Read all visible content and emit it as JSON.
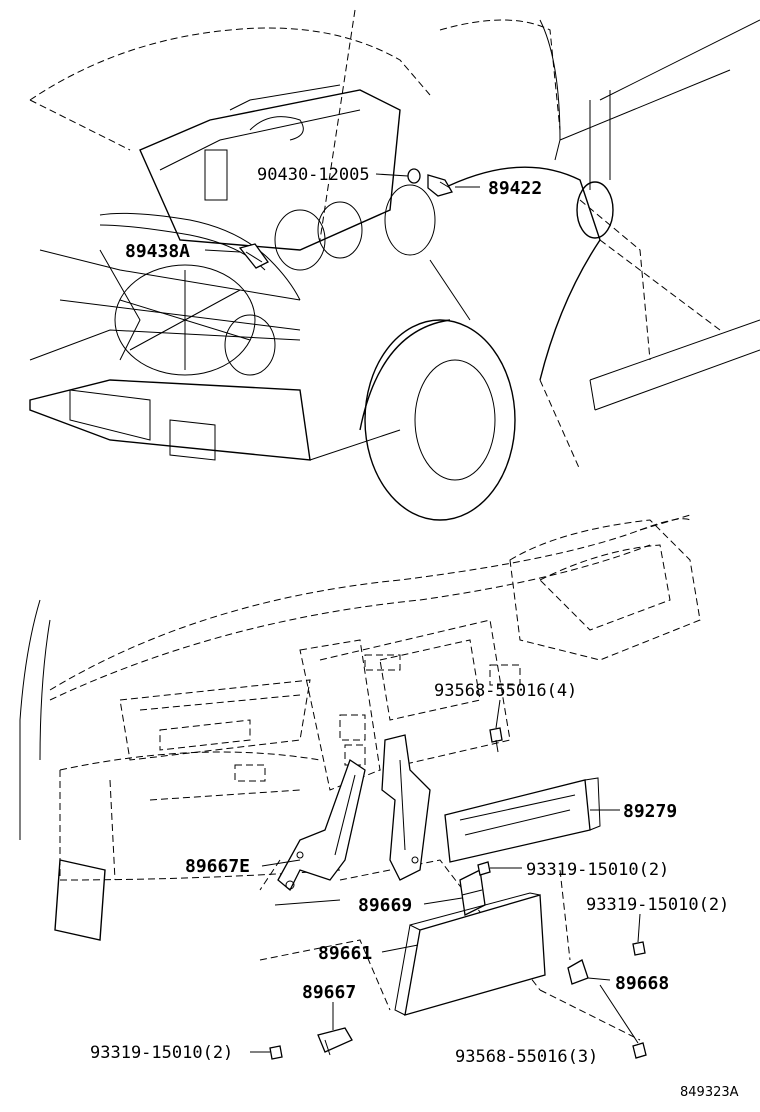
{
  "diagram": {
    "drawing_code": "849323A",
    "labels": {
      "p90430": "90430-12005",
      "p89422": "89422",
      "p89438A": "89438A",
      "p93568_4": "93568-55016(4)",
      "p89279": "89279",
      "p89667E": "89667E",
      "p93319_a": "93319-15010(2)",
      "p89669": "89669",
      "p93319_b": "93319-15010(2)",
      "p89661": "89661",
      "p89668": "89668",
      "p89667": "89667",
      "p93319_c": "93319-15010(2)",
      "p93568_3": "93568-55016(3)"
    }
  }
}
